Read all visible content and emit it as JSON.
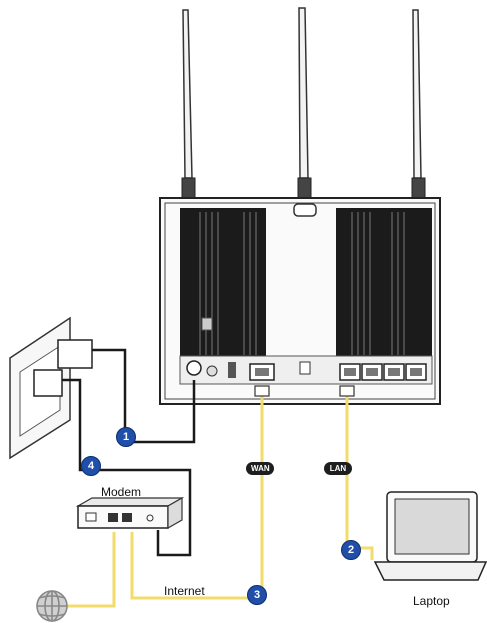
{
  "labels": {
    "modem": "Modem",
    "internet": "Internet",
    "laptop": "Laptop",
    "wan": "WAN",
    "lan": "LAN"
  },
  "steps": [
    "1",
    "2",
    "3",
    "4"
  ],
  "colors": {
    "ethernet_cable": "#f2dc6b",
    "power_cable": "#1a1a1a",
    "step_badge": "#1f4fa8"
  },
  "icons": {
    "router": "router-icon",
    "modem": "modem-icon",
    "laptop": "laptop-icon",
    "globe": "globe-icon",
    "wall_outlet": "wall-outlet-icon"
  }
}
